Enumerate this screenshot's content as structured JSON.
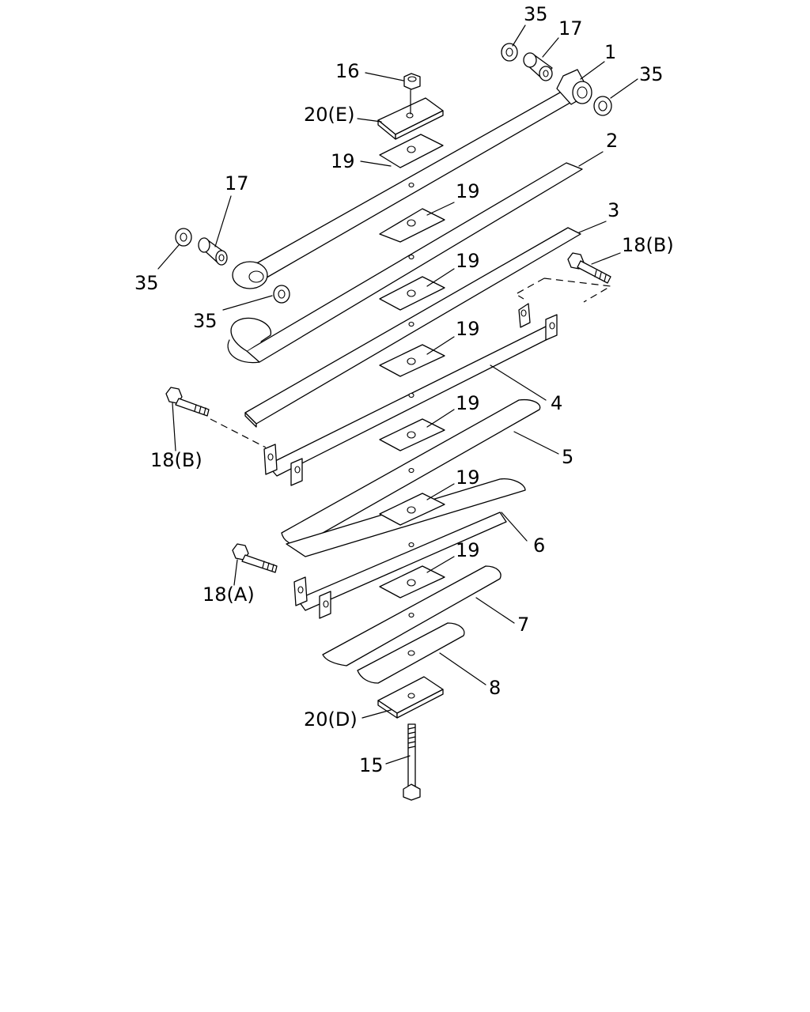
{
  "diagram": {
    "callouts": {
      "c35_top": "35",
      "c17_top": "17",
      "c1": "1",
      "c35_right": "35",
      "c16": "16",
      "c20e": "20(E)",
      "c19_a": "19",
      "c2": "2",
      "c17_left": "17",
      "c19_b": "19",
      "c3": "3",
      "c18b_right": "18(B)",
      "c35_left": "35",
      "c19_c": "19",
      "c35_mid": "35",
      "c19_d": "19",
      "c4": "4",
      "c19_e": "19",
      "c18b_left": "18(B)",
      "c5": "5",
      "c19_f": "19",
      "c6": "6",
      "c19_g": "19",
      "c18a": "18(A)",
      "c7": "7",
      "c8": "8",
      "c20d": "20(D)",
      "c15": "15"
    }
  }
}
